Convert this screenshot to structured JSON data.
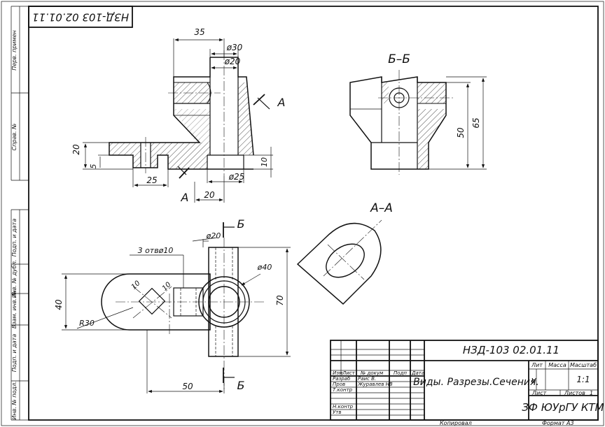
{
  "stamp_code": "НЗД-103  02.01.11",
  "side_columns": [
    "Перв. примен",
    "Справ. №",
    "Подп. и дата",
    "Инв. № дубл.",
    "Взам. инв. №",
    "Подп. и дата",
    "Инв. № подл."
  ],
  "dims_front": {
    "d35": "35",
    "d30": "ø30",
    "d20": "ø20",
    "d20h": "20",
    "d5": "5",
    "d25": "25",
    "d20b": "20",
    "d25c": "ø25",
    "d10": "10"
  },
  "dims_plan": {
    "holes": "3 отвø10",
    "d20": "ø20",
    "d40": "ø40",
    "w40": "40",
    "h70": "70",
    "r30": "R30",
    "h50": "50",
    "c10a": "10",
    "c10b": "10"
  },
  "dims_bb": {
    "h50": "50",
    "h65": "65"
  },
  "labels": {
    "section_bb": "Б–Б",
    "section_aa": "А–А",
    "cut_a1": "А",
    "cut_a2": "А",
    "cut_b1": "Б",
    "cut_b2": "Б"
  },
  "title_block": {
    "code": "НЗД-103  02.01.11",
    "name": "Виды. Разрезы.Сечения.",
    "org": "ЗФ ЮУрГУ КТМ",
    "col_izm": "Изм",
    "col_list": "Лист",
    "col_doc": "№ докум",
    "col_podp": "Подп",
    "col_data": "Дата",
    "lit": "Лит",
    "massa": "Масса",
    "masshtab": "Масштаб",
    "lit_val": "У",
    "masshtab_val": "1:1",
    "list": "Лист",
    "listov": "Листов",
    "listov_val": "1",
    "razrab": "Разраб",
    "razrab_name": "Раис В.",
    "prov": "Пров",
    "prov_name": "Журавлев НВ",
    "tkontr": "Т.контр",
    "nkontr": "Н.контр",
    "utv": "Утв"
  },
  "footer": {
    "copied": "Копировал",
    "format": "Формат  А3"
  }
}
